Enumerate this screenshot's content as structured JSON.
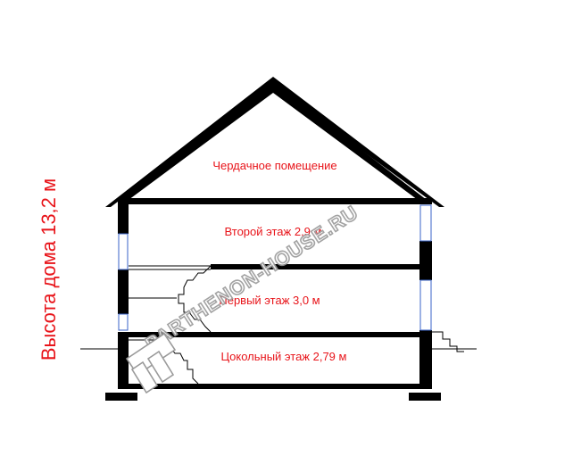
{
  "section": {
    "height_label": "Высота дома 13,2 м",
    "rooms": {
      "attic": "Чердачное помещение",
      "second_floor": "Второй этаж 2,9 м",
      "first_floor": "Первый этаж 3,0 м",
      "basement": "Цокольный этаж 2,79 м"
    }
  },
  "watermark": "PARTHENON-HOUSE.RU",
  "colors": {
    "label": "#e8141a",
    "structure": "#000000",
    "window": "#3a63c9",
    "watermark": "#9a9a9a"
  }
}
